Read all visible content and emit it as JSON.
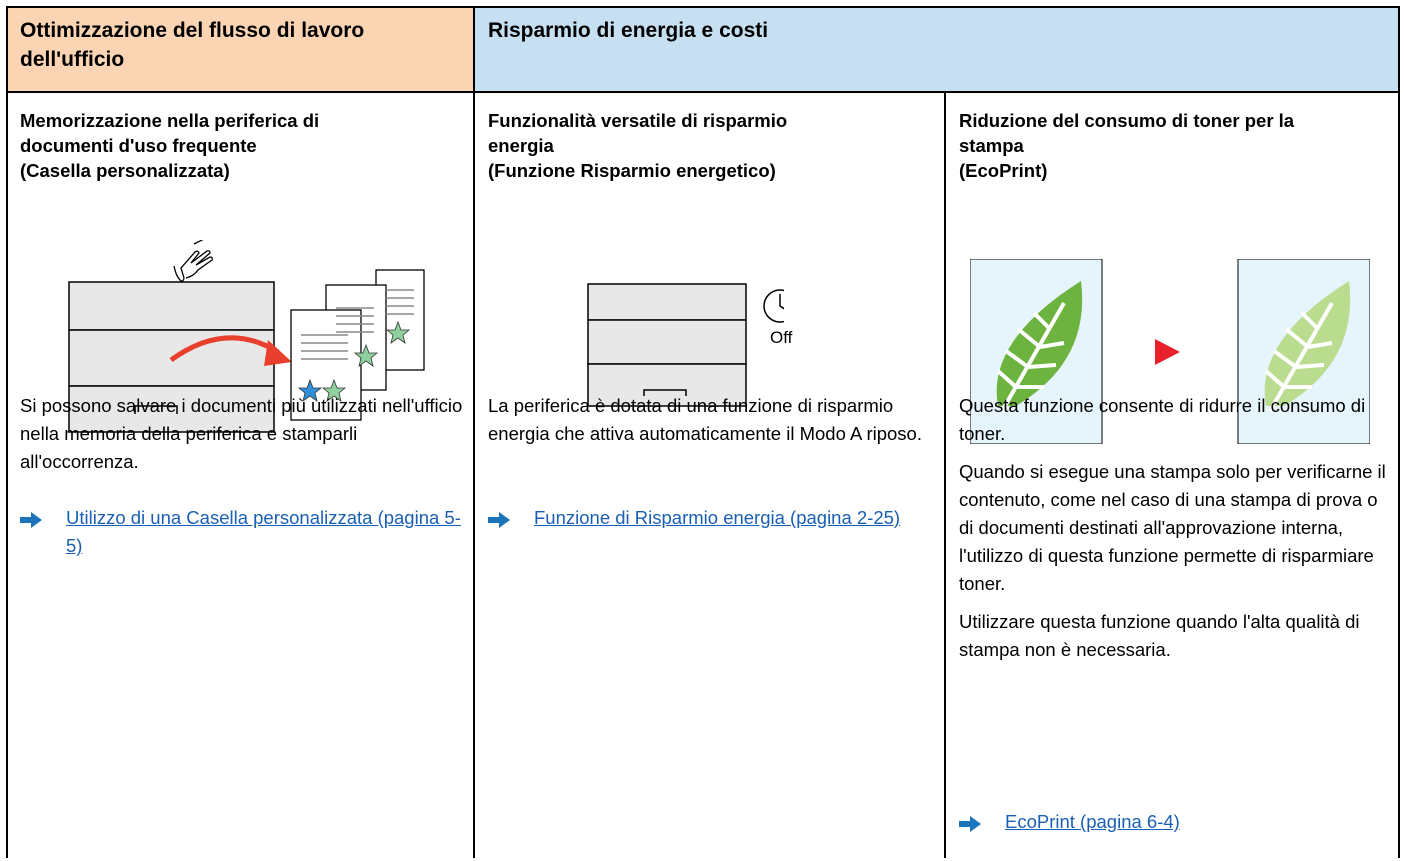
{
  "header": {
    "office": "Ottimizzazione del flusso di lavoro dell'ufficio",
    "energy": "Risparmio di energia e costi"
  },
  "columns": [
    {
      "title": "Memorizzazione nella periferica di\ndocumenti d'uso frequente\n(Casella personalizzata)",
      "paragraphs": [
        "Si possono salvare i documenti più utilizzati nell'ufficio nella memoria della periferica e stamparli all'occorrenza."
      ],
      "link": "Utilizzo di una Casella personalizzata (pagina 5-5)"
    },
    {
      "title": "Funzionalità versatile di risparmio\nenergia\n(Funzione Risparmio energetico)",
      "paragraphs": [
        "La periferica è dotata di una funzione di risparmio energia che attiva automaticamente il Modo A riposo."
      ],
      "link": "Funzione di Risparmio energia (pagina 2-25)",
      "timer_label": "Off"
    },
    {
      "title": "Riduzione del consumo di toner per la\nstampa\n(EcoPrint)",
      "paragraphs": [
        "Questa funzione consente di ridurre il consumo di toner.",
        "Quando si esegue una stampa solo per verificarne il contenuto, come nel caso di una stampa di prova o di documenti destinati all'approvazione interna, l'utilizzo di questa funzione permette di risparmiare toner.",
        "Utilizzare questa funzione quando l'alta qualità di stampa non è necessaria."
      ],
      "link": "EcoPrint (pagina 6-4)"
    }
  ],
  "colors": {
    "header_office_bg": "#fbd4b4",
    "header_energy_bg": "#c6e0f2",
    "link": "#1a5fb4",
    "arrow": "#1b75bb",
    "leaf_dark": "#6db33f",
    "leaf_light": "#b9dc8f"
  }
}
